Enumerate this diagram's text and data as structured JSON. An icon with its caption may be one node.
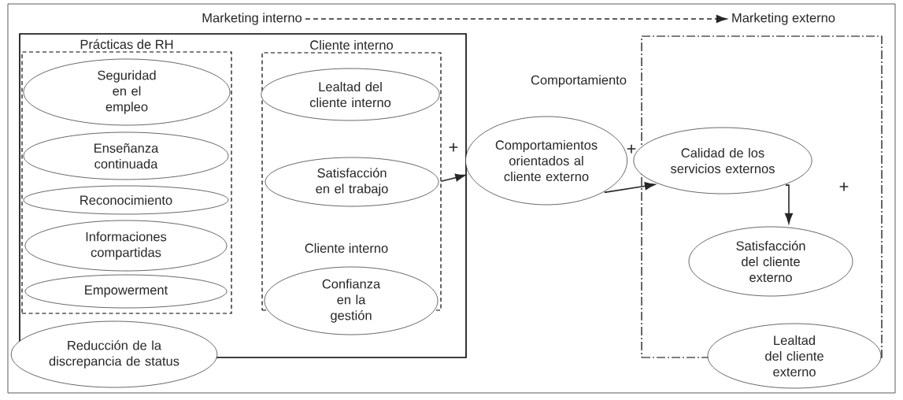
{
  "diagram": {
    "nodes": [
      {
        "text": [
          "Marketing interno"
        ]
      },
      {
        "text": [
          "Marketing externo"
        ]
      },
      {
        "text": [],
        "shape": "box"
      },
      {
        "text": [
          "Prácticas de RH"
        ],
        "in": 2
      },
      {
        "text": [
          "Seguridad en el empleo"
        ],
        "in": 3
      },
      {
        "text": [
          "Enseñanza continuada"
        ],
        "in": 3
      },
      {
        "text": [
          "Reconocimiento"
        ],
        "in": 3
      },
      {
        "text": [
          "Informaciones compartidas"
        ],
        "in": 3
      },
      {
        "text": [
          "Empowerment"
        ],
        "in": 3
      },
      {
        "text": [
          "Reducción de la discrepancia de status"
        ]
      },
      {
        "text": [
          "Cliente interno"
        ],
        "in": 2
      },
      {
        "text": [
          "Lealtad del cliente interno"
        ],
        "in": 10
      },
      {
        "text": [
          "Satisfacción en el trabajo"
        ],
        "in": 10
      },
      {
        "text": [
          "Confianza en la gestión"
        ],
        "in": 2
      },
      {
        "text": [
          "Comportamientos orientados al cliente externo"
        ]
      },
      {
        "text": [],
        "shape": "box"
      },
      {
        "text": [
          "Calidad de los servicios externos"
        ],
        "in": 15
      },
      {
        "text": [
          "Satisfacción del cliente externo"
        ],
        "in": 15
      },
      {
        "text": [
          "Lealtad del cliente externo"
        ]
      }
    ],
    "edges": [
      {
        "from": 0,
        "to": 1,
        "arrow": "to",
        "style": "dashed"
      },
      {
        "from": 12,
        "to": 14,
        "arrow": "to",
        "label": "+"
      },
      {
        "from": 14,
        "to": 16,
        "arrow": "to",
        "label": "+"
      },
      {
        "from": 16,
        "to": 17,
        "arrow": "to",
        "label": "+"
      }
    ],
    "labels": [
      "Comportamiento",
      "Cliente interno"
    ]
  }
}
